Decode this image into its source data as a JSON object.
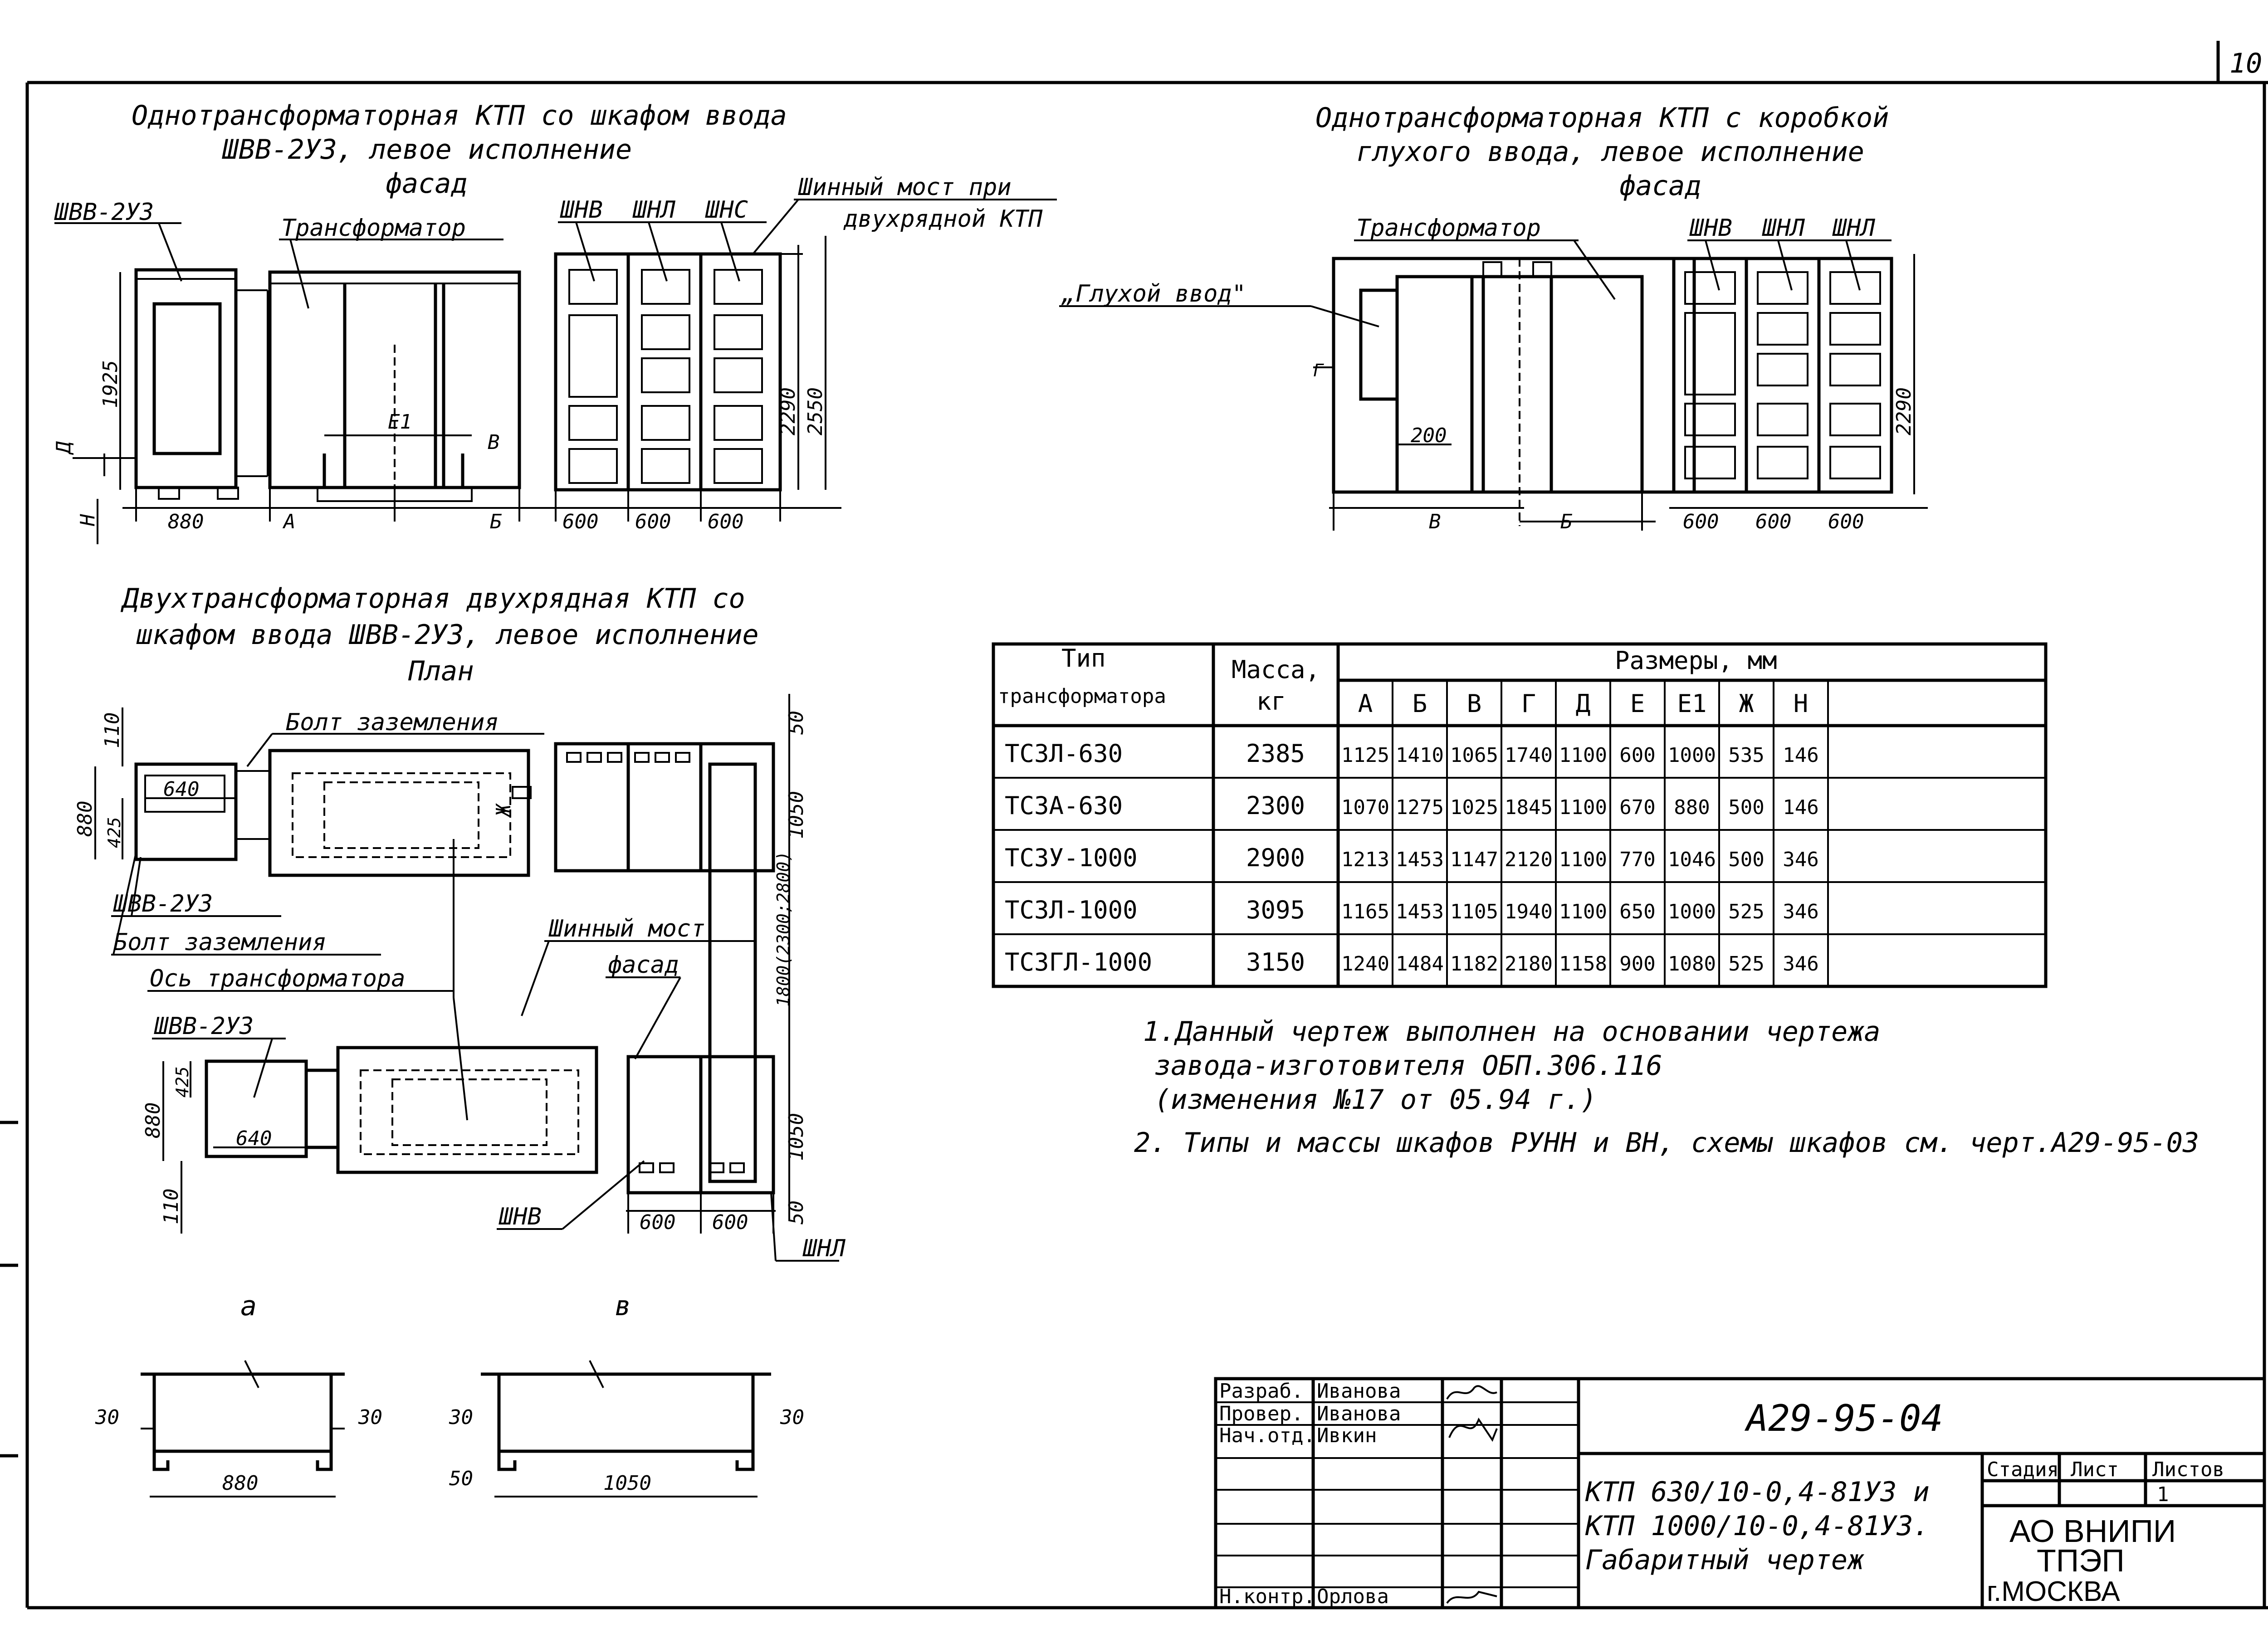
{
  "sheet_number": "10",
  "views": {
    "top_left": {
      "title_line1": "Однотрансформаторная КТП со шкафом ввода",
      "title_line2": "ШВВ-2УЗ, левое исполнение",
      "subtitle": "фасад",
      "labels": {
        "cabinet": "ШВВ-2УЗ",
        "transformer": "Трансформатор",
        "shv": "ШНВ",
        "shl": "ШНЛ",
        "shs": "ШНС",
        "bridge_line1": "Шинный мост при",
        "bridge_line2": "двухрядной КТП"
      },
      "dims": {
        "h1925": "1925",
        "h2290": "2290",
        "h2550": "2550",
        "w880": "880",
        "w600a": "600",
        "w600b": "600",
        "w600c": "600",
        "a": "А",
        "b": "Б",
        "v": "В",
        "e1": "Е1",
        "d": "Д",
        "n": "Н"
      }
    },
    "top_right": {
      "title_line1": "Однотрансформаторная КТП с коробкой",
      "title_line2": "глухого ввода, левое исполнение",
      "subtitle": "фасад",
      "labels": {
        "transformer": "Трансформатор",
        "shv": "ШНВ",
        "shl1": "ШНЛ",
        "shl2": "ШНЛ",
        "blind": "„Глухой ввод\""
      },
      "dims": {
        "d200": "200",
        "h2290": "2290",
        "v": "В",
        "b": "Б",
        "w600a": "600",
        "w600b": "600",
        "w600c": "600",
        "g": "Г"
      }
    },
    "left_mid": {
      "title_line1": "Двухтрансформаторная двухрядная КТП со",
      "title_line2": "шкафом ввода ШВВ-2УЗ, левое исполнение",
      "subtitle": "План",
      "labels": {
        "bolt1": "Болт заземления",
        "cabinet": "ШВВ-2УЗ",
        "bolt2": "Болт заземления",
        "axis": "Ось трансформатора",
        "bridge": "Шинный мост",
        "facade": "фасад",
        "cabinet2": "ШВВ-2УЗ",
        "shv": "ШНВ",
        "shl": "ШНЛ",
        "zh": "Ж"
      },
      "dims": {
        "d110a": "110",
        "d640a": "640",
        "d880a": "880",
        "d425a": "425",
        "d50a": "50",
        "d1050a": "1050",
        "d_range": "1800(2300;2800)",
        "d1050b": "1050",
        "d425b": "425",
        "d880b": "880",
        "d640b": "640",
        "d110b": "110",
        "d600a": "600",
        "d600b": "600",
        "d50b": "50"
      }
    },
    "sections": {
      "a": {
        "label": "а",
        "d30l": "30",
        "d30r": "30",
        "width": "880"
      },
      "b": {
        "label": "в",
        "d30l": "30",
        "d30r": "30",
        "d50": "50",
        "width": "1050"
      }
    }
  },
  "table": {
    "header_type": [
      "Тип",
      "трансформатора"
    ],
    "header_mass": [
      "Масса,",
      "кг"
    ],
    "header_dims": "Размеры, мм",
    "dim_cols": [
      "А",
      "Б",
      "В",
      "Г",
      "Д",
      "Е",
      "Е1",
      "Ж",
      "Н"
    ],
    "rows": [
      {
        "type": "ТСЗЛ-630",
        "mass": "2385",
        "vals": [
          "1125",
          "1410",
          "1065",
          "1740",
          "1100",
          "600",
          "1000",
          "535",
          "146"
        ]
      },
      {
        "type": "ТСЗА-630",
        "mass": "2300",
        "vals": [
          "1070",
          "1275",
          "1025",
          "1845",
          "1100",
          "670",
          "880",
          "500",
          "146"
        ]
      },
      {
        "type": "ТСЗУ-1000",
        "mass": "2900",
        "vals": [
          "1213",
          "1453",
          "1147",
          "2120",
          "1100",
          "770",
          "1046",
          "500",
          "346"
        ]
      },
      {
        "type": "ТСЗЛ-1000",
        "mass": "3095",
        "vals": [
          "1165",
          "1453",
          "1105",
          "1940",
          "1100",
          "650",
          "1000",
          "525",
          "346"
        ]
      },
      {
        "type": "ТСЗГЛ-1000",
        "mass": "3150",
        "vals": [
          "1240",
          "1484",
          "1182",
          "2180",
          "1158",
          "900",
          "1080",
          "525",
          "346"
        ]
      }
    ]
  },
  "notes": {
    "n1_line1": "1.Данный чертеж выполнен на основании чертежа",
    "n1_line2": "завода-изготовителя ОБП.306.116",
    "n1_line3": "(изменения №17 от 05.94 г.)",
    "n2": "2. Типы и массы шкафов РУНН и ВН, схемы шкафов см. черт.А29-95-03"
  },
  "title_block": {
    "roles": [
      "Разраб.",
      "Провер.",
      "Нач.отд.",
      "",
      "",
      "",
      "Н.контр."
    ],
    "names": [
      "Иванова",
      "Иванова",
      "Ивкин",
      "",
      "",
      "",
      "Орлова"
    ],
    "doc_code": "А29-95-04",
    "descr_line1": "КТП 630/10-0,4-81УЗ и",
    "descr_line2": "КТП 1000/10-0,4-81УЗ.",
    "descr_line3": "Габаритный чертеж",
    "stage_label": "Стадия",
    "sheet_label": "Лист",
    "sheets_label": "Листов",
    "sheets_value": "1",
    "org_line1": "АО ВНИПИ",
    "org_line2": "ТПЭП",
    "org_line3": "г.МОСКВА"
  }
}
